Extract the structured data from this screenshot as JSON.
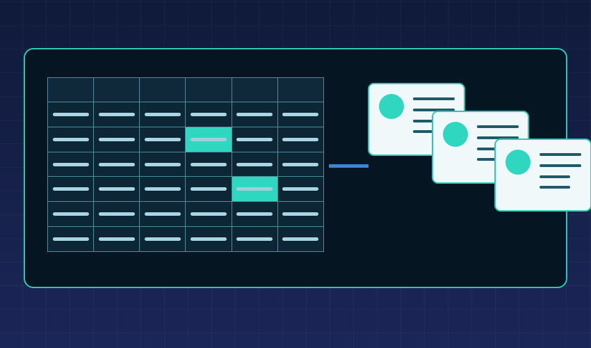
{
  "colors": {
    "background_top": "#101a3a",
    "background_bottom": "#1b2658",
    "panel_fill": "#061522",
    "accent_teal": "#2fd6c0",
    "panel_border": "#2bc8b3",
    "grid_line": "#4d8d99",
    "placeholder_bar": "#a9d6e2",
    "connector": "#3c86d6",
    "card_fill": "#f1f8fa",
    "card_text_line": "#1f5a6a"
  },
  "table": {
    "columns": 6,
    "body_rows": 6,
    "highlighted_cells": [
      {
        "row": 2,
        "col": 4
      },
      {
        "row": 4,
        "col": 5
      }
    ]
  },
  "cards": [
    {
      "name": "record-card-1",
      "icon": "avatar-icon"
    },
    {
      "name": "record-card-2",
      "icon": "avatar-icon"
    },
    {
      "name": "record-card-3",
      "icon": "avatar-icon"
    }
  ]
}
